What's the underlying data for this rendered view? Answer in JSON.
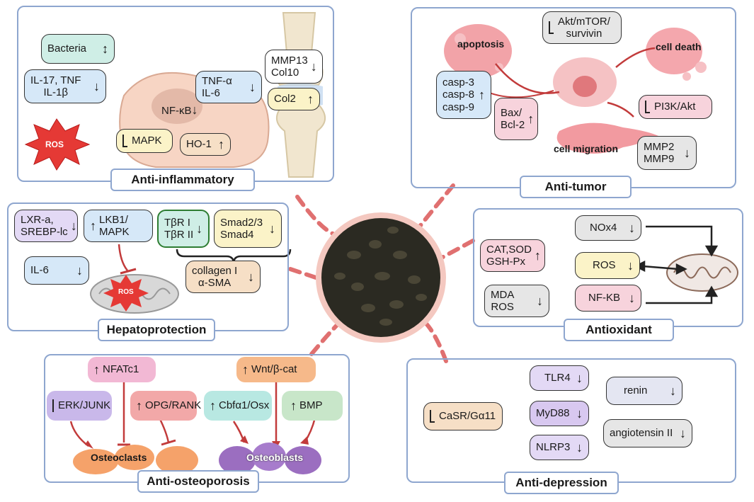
{
  "panels": {
    "anti_inflammatory": {
      "title": "Anti-inflammatory",
      "bacteria": "Bacteria",
      "il17_a": "IL-17, TNF",
      "il17_b": "IL-1β",
      "ros": "ROS",
      "mapk": "MAPK",
      "tnf_a": "TNF-α",
      "tnf_b": "IL-6",
      "nfkb": "NF-κB",
      "ho1": "HO-1",
      "mmp13_a": "MMP13",
      "mmp13_b": "Col10",
      "col2": "Col2"
    },
    "anti_tumor": {
      "title": "Anti-tumor",
      "apoptosis": "apoptosis",
      "akt_a": "Akt/mTOR/",
      "akt_b": "survivin",
      "cell_death": "cell death",
      "casp_a": "casp-3",
      "casp_b": "casp-8",
      "casp_c": "casp-9",
      "bax_a": "Bax/",
      "bax_b": "Bcl-2",
      "pi3k": "PI3K/Akt",
      "cell_migration": "cell migration",
      "mmp_a": "MMP2",
      "mmp_b": "MMP9"
    },
    "hepatoprotection": {
      "title": "Hepatoprotection",
      "lxr_a": "LXR-a,",
      "lxr_b": "SREBP-lc",
      "lkb_a": "LKB1/",
      "lkb_b": "MAPK",
      "tbr_a": "TβR I",
      "tbr_b": "TβR II",
      "smad_a": "Smad2/3",
      "smad_b": "Smad4",
      "il6": "IL-6",
      "col_a": "collagen I",
      "col_b": "α-SMA",
      "ros": "ROS"
    },
    "antioxidant": {
      "title": "Antioxidant",
      "cat_a": "CAT,SOD",
      "cat_b": "GSH-Px",
      "nox4": "NOx4",
      "ros": "ROS",
      "mda_a": "MDA",
      "mda_b": "ROS",
      "nfkb": "NF-KB"
    },
    "anti_osteoporosis": {
      "title": "Anti-osteoporosis",
      "nfatc1": "NFATc1",
      "wnt": "Wnt/β-cat",
      "erk": "ERK/JUNK",
      "opg": "OPG/RANK",
      "cbfa": "Cbfα1/Osx",
      "bmp": "BMP",
      "osteoclasts": "Osteoclasts",
      "osteoblasts": "Osteoblasts"
    },
    "anti_depression": {
      "title": "Anti-depression",
      "tlr4": "TLR4",
      "renin": "renin",
      "casr": "CaSR/Gα11",
      "myd88": "MyD88",
      "ang": "angiotensin II",
      "nlrp3": "NLRP3"
    }
  },
  "arrows": {
    "up": "↑",
    "down": "↓",
    "updown": "↕",
    "both": "⟷"
  },
  "colors": {
    "panel_bg": "#eef3fb",
    "panel_border": "#8ea6cf",
    "teal": "#cfeee6",
    "blue": "#d6e8f8",
    "yellow": "#fbf3c8",
    "peach": "#f6dfc6",
    "pink": "#f7d3dc",
    "purple": "#e3d9f5",
    "gray": "#e6e6e6",
    "red_dash": "#e06666"
  }
}
